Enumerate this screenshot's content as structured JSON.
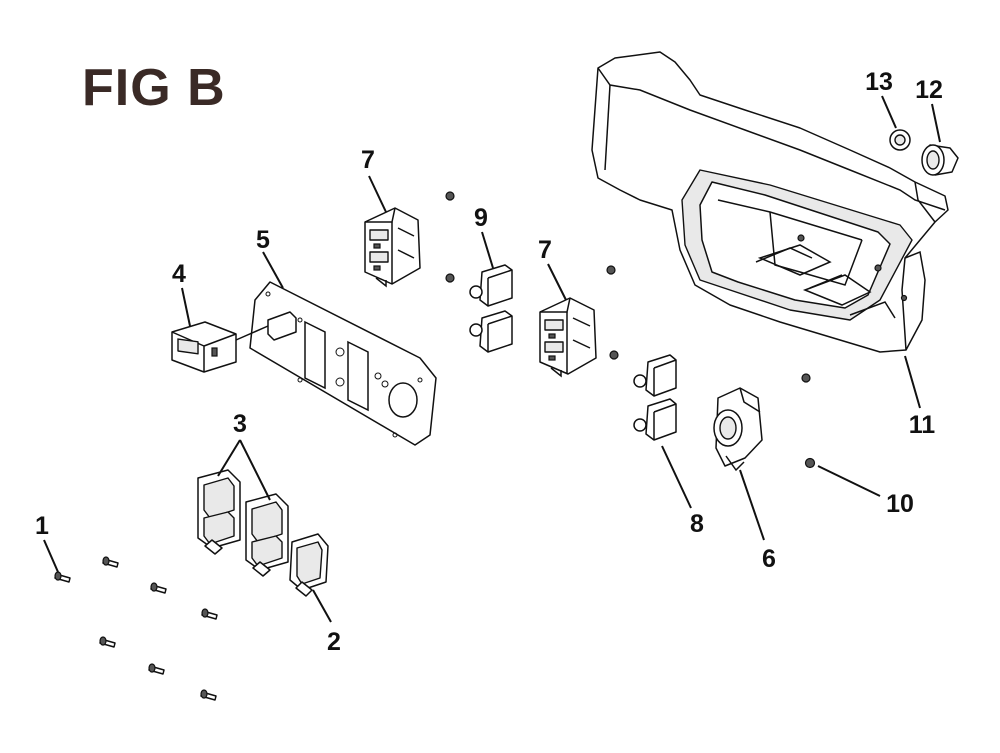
{
  "figure": {
    "title": "FIG B"
  },
  "callouts": {
    "c1": "1",
    "c2": "2",
    "c3": "3",
    "c4": "4",
    "c5": "5",
    "c6": "6",
    "c7a": "7",
    "c7b": "7",
    "c8": "8",
    "c9": "9",
    "c10": "10",
    "c11": "11",
    "c12": "12",
    "c13": "13"
  }
}
